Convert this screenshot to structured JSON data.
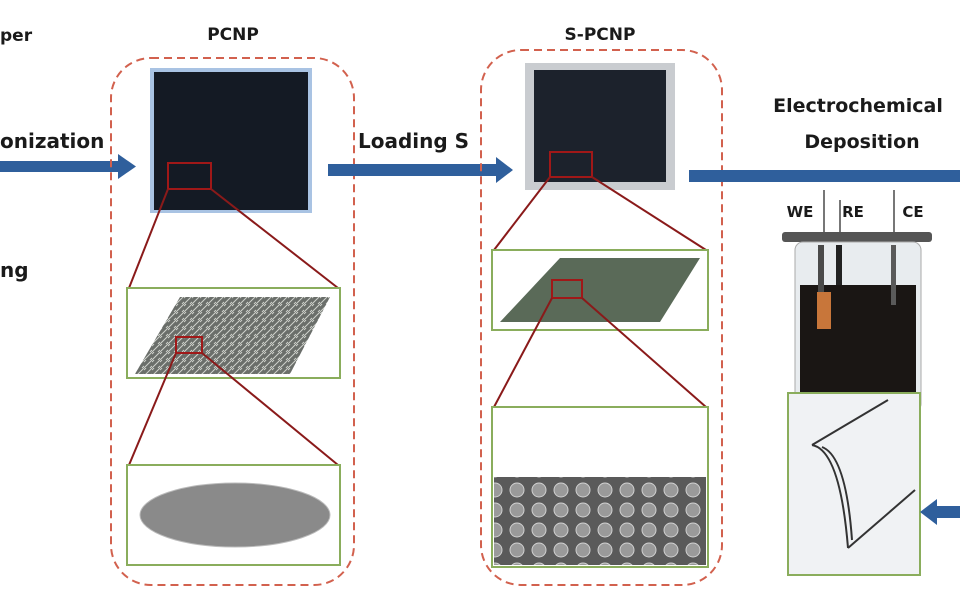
{
  "labels": {
    "paper_partial": "per",
    "carbonization_partial": "onization",
    "partial_ng": "ng",
    "pcnp": "PCNP",
    "loading_s": "Loading S",
    "s_pcnp": "S-PCNP",
    "electrochemical": "Electrochemical",
    "deposition": "Deposition",
    "we": "WE",
    "re": "RE",
    "ce": "CE"
  },
  "colors": {
    "arrow": "#2f5f9c",
    "dashed_border": "#d2614e",
    "zoom_box": "#a01818",
    "inset_border": "#8aad5c"
  }
}
